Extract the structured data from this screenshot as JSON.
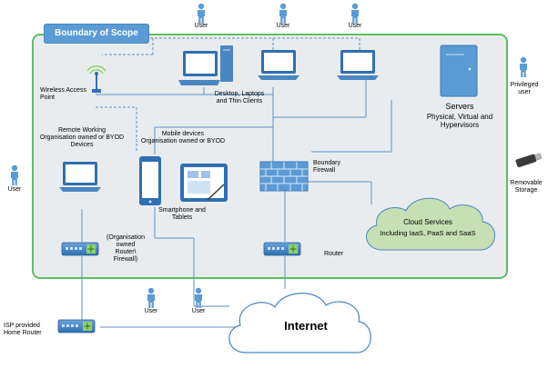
{
  "boundary": {
    "title": "Boundary of Scope"
  },
  "labels": {
    "user_top_left": "User",
    "user_top_mid": "User",
    "user_top_right": "User",
    "privileged_user": "Privileged\nuser",
    "user_left": "User",
    "removable_storage": "Removable\nStorage",
    "wireless_ap": "Wireless Access\nPoint",
    "desktop_laptops": "Desktop, Laptops\nand Thin Clients",
    "servers_title": "Servers",
    "servers_sub": "Physical, Virtual and\nHypervisors",
    "remote_working": "Remote Working\nOrganisation owned or BYOD\nDevices",
    "mobile_devices": "Mobile devices\nOrganisation owned or BYOD",
    "boundary_firewall": "Boundary\nFirewall",
    "smartphone_tablets": "Smartphone and\nTablets",
    "cloud_services_title": "Cloud Services",
    "cloud_services_sub": "Including IaaS, PaaS and SaaS",
    "org_router": "(Organisation\nowned\nRouter\\\nFirewall)",
    "router": "Router",
    "user_bottom_1": "User",
    "user_bottom_2": "User",
    "internet": "Internet",
    "isp_router": "ISP provided\nHome Router"
  },
  "icons": [
    "user-icon",
    "desktop-icon",
    "laptop-icon",
    "server-icon",
    "wireless-ap-icon",
    "smartphone-icon",
    "tablet-icon",
    "firewall-icon",
    "router-icon",
    "cloud-icon",
    "usb-storage-icon"
  ],
  "colors": {
    "boundary_border": "#5fbf5f",
    "boundary_fill": "#e9ecee",
    "accent": "#5b9bd5",
    "line": "#5b8fc7",
    "cloud_fill": "#c6e0b4",
    "router_green": "#8fd16a"
  }
}
